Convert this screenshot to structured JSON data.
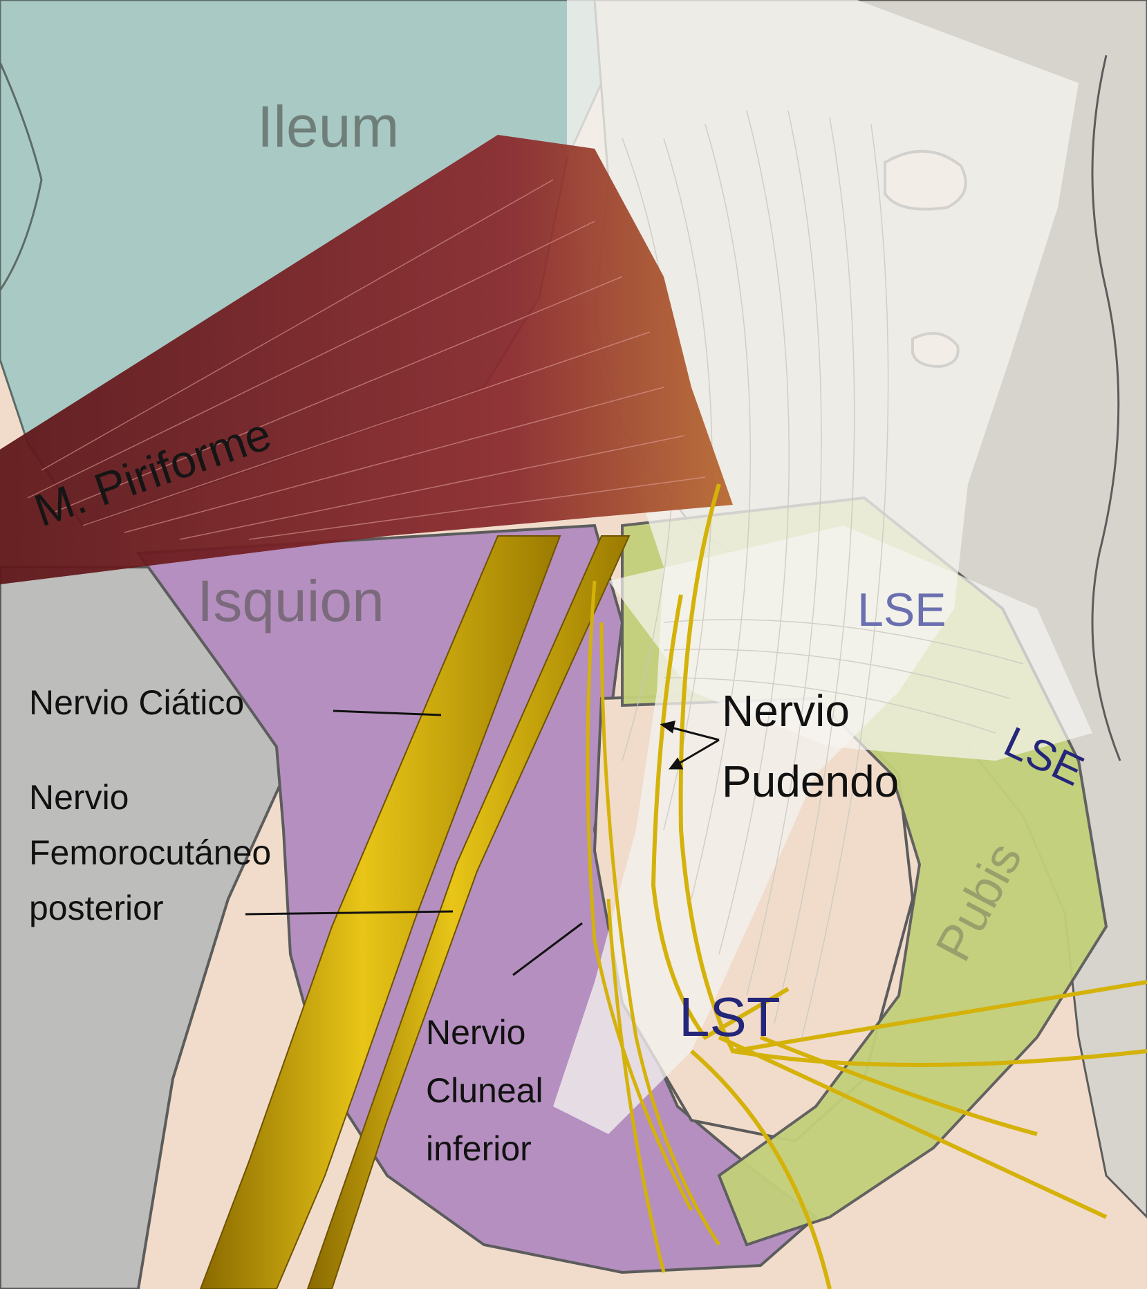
{
  "labels": {
    "ileum": "Ileum",
    "piriforme": "M. Piriforme",
    "isquion": "Isquion",
    "lse_upper": "LSE",
    "lse_lower": "LSE",
    "pubis": "Pubis",
    "lst": "LST",
    "ciatico": "Nervio Ciático",
    "femoro_line1": "Nervio",
    "femoro_line2": "Femorocutáneo",
    "femoro_line3": "posterior",
    "pudendo_line1": "Nervio",
    "pudendo_line2": "Pudendo",
    "cluneal_line1": "Nervio",
    "cluneal_line2": "Cluneal",
    "cluneal_line3": "inferior"
  },
  "colors": {
    "ileum_bone": "#a9cac4",
    "ischium_bone": "#b48fbf",
    "pubis_bone": "#c3d07a",
    "sacrum_bone": "#d6d4cc",
    "skin": "#f1dccb",
    "piriformis_muscle": "#7a2228",
    "nerve": "#d4b20a",
    "ligament": "#f3f2ee",
    "ligament_label": "#6a6fb0",
    "lst_label": "#24267a"
  }
}
